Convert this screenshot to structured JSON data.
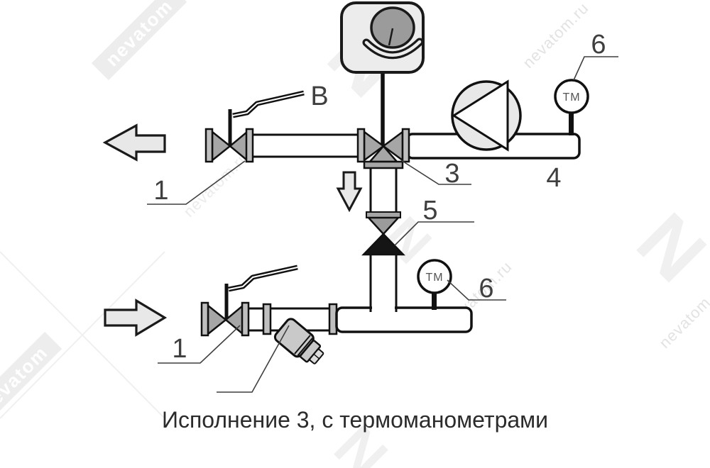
{
  "caption": "Исполнение 3, с термоманометрами",
  "component_labels": {
    "shutoff_valve_top": "1",
    "shutoff_valve_bottom": "1",
    "manual_handle": "В",
    "three_way_valve": "3",
    "pump": "4",
    "check_valve": "5",
    "thermomanometer_top": "6",
    "thermomanometer_bottom": "6"
  },
  "gauges": {
    "thermomanometer_abbr": "ТМ"
  },
  "watermarks": {
    "brand": "nevatom",
    "site": "nevatom.ru",
    "logo_letter": "N"
  },
  "colors": {
    "outline": "#111111",
    "metal_gray": "#a6a6a6",
    "flange_gray": "#bfbfbf",
    "light_gray_fill": "#e8e8e8",
    "check_valve_black": "#151515",
    "label_text": "#3f3f3f",
    "watermark_gray": "#ededed"
  }
}
